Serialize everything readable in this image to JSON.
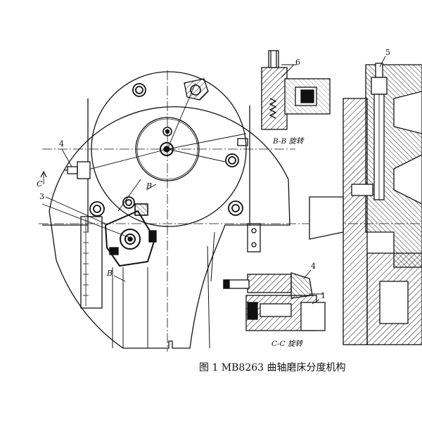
{
  "callouts": {
    "c1": "1",
    "c3": "3",
    "c4_left": "4",
    "c4_bottom": "4",
    "c5": "5",
    "c6": "6",
    "c_arrow": "C",
    "b_upper": "B",
    "b_lower": "B"
  },
  "sections": {
    "bb": "B-B 旋转",
    "cc": "C-C 旋转"
  },
  "caption": "图 1   MB8263 曲轴磨床分度机构",
  "colors": {
    "ink": "#111111",
    "paper": "#ffffff"
  }
}
